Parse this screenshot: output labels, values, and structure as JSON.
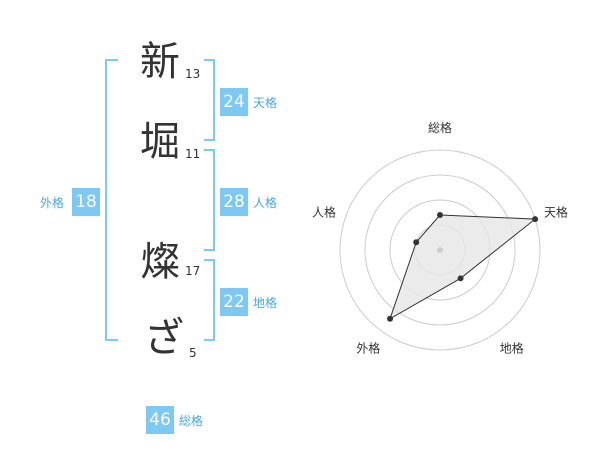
{
  "name_chars": [
    {
      "char": "新",
      "strokes": "13"
    },
    {
      "char": "堀",
      "strokes": "11"
    },
    {
      "char": "燦",
      "strokes": "17"
    },
    {
      "char": "ざ",
      "strokes": "5"
    }
  ],
  "kaku": {
    "tenkaku": {
      "value": "24",
      "label": "天格"
    },
    "jinkaku": {
      "value": "28",
      "label": "人格"
    },
    "chikaku": {
      "value": "22",
      "label": "地格"
    },
    "gaikaku": {
      "value": "18",
      "label": "外格"
    },
    "soukaku": {
      "value": "46",
      "label": "総格"
    }
  },
  "colors": {
    "badge": "#7ec8f4",
    "bracket": "#7ec8f4",
    "label": "#4aa8e0",
    "ring": "#cccccc",
    "polygon_fill": "#e6e6e6",
    "polygon_stroke": "#333333"
  },
  "chart_data": {
    "type": "radar",
    "axes": [
      "総格",
      "天格",
      "地格",
      "外格",
      "人格"
    ],
    "values": [
      0.35,
      1.0,
      0.35,
      0.85,
      0.25
    ],
    "rings": 4
  }
}
